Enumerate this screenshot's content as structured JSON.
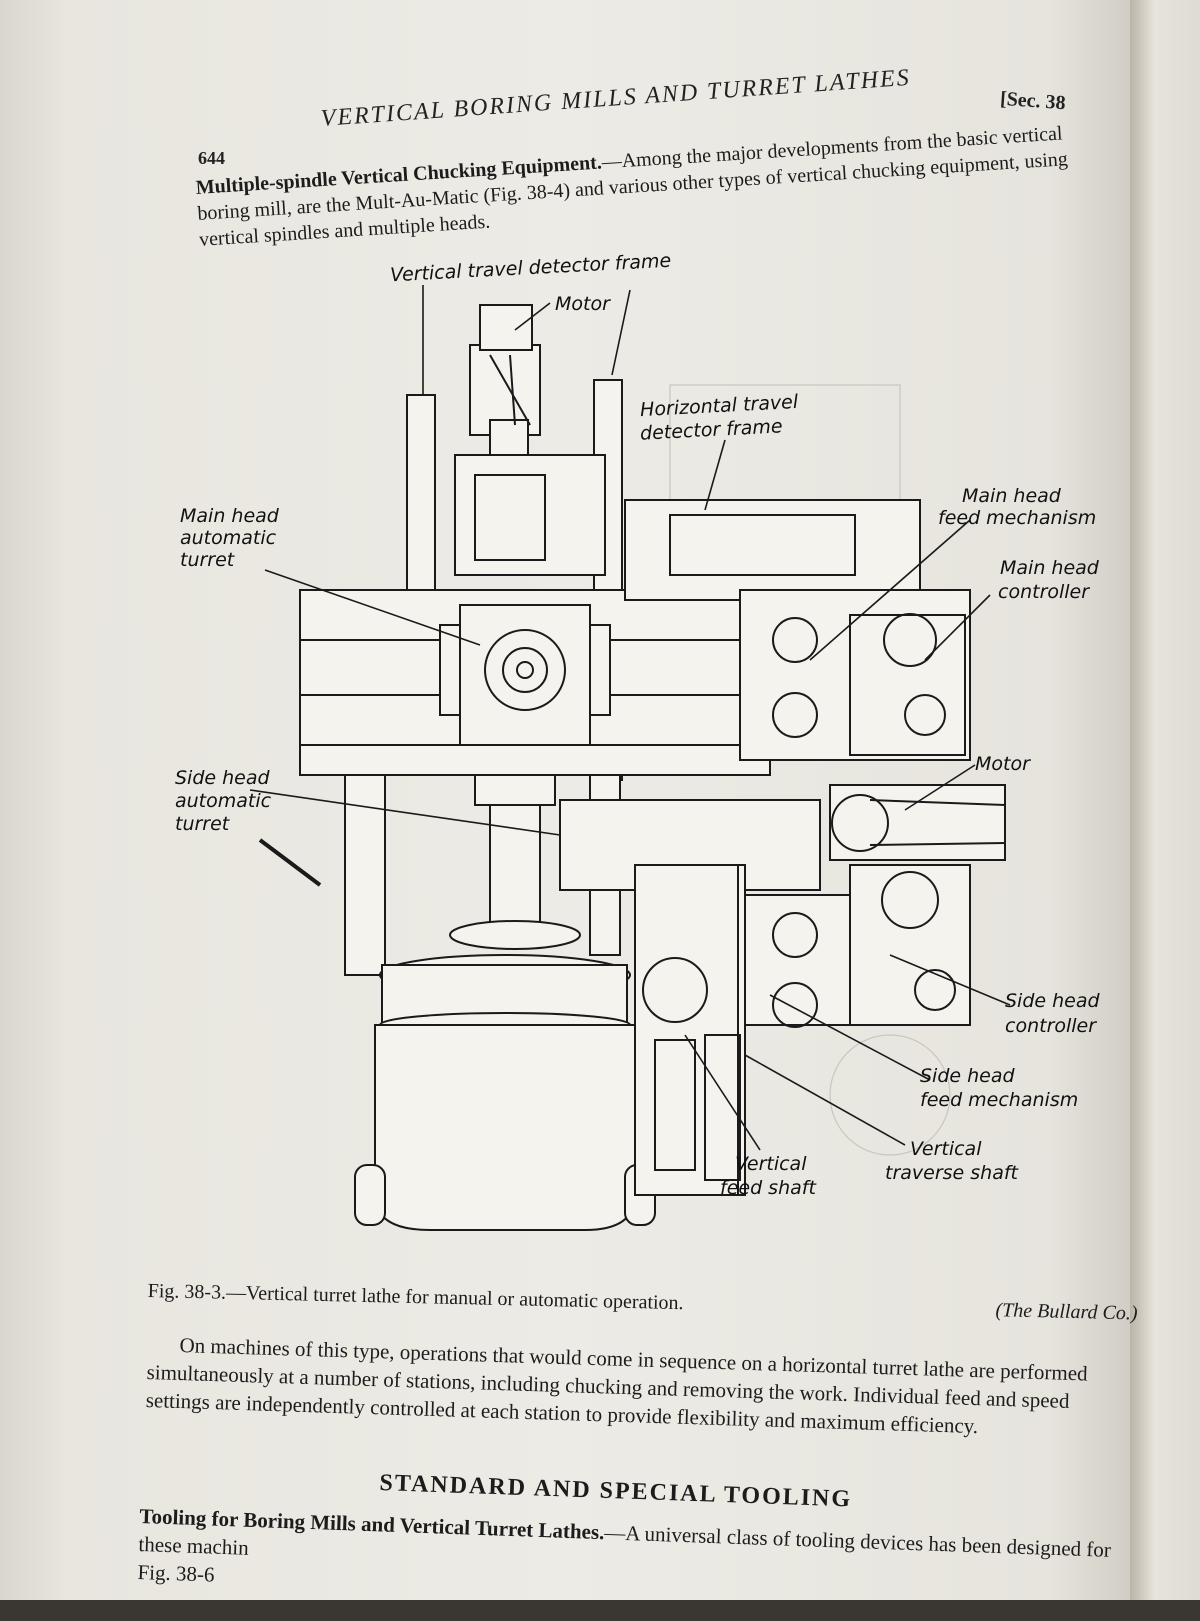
{
  "header": {
    "page_number": "644",
    "running_title": "VERTICAL BORING MILLS AND TURRET LATHES",
    "section_ref": "[Sec. 38"
  },
  "intro": {
    "run_in_heading": "Multiple-spindle Vertical Chucking Equipment.",
    "text": "—Among the major developments from the basic vertical boring mill, are the Mult-Au-Matic (Fig. 38-4) and various other types of vertical chucking equipment, using vertical spindles and multiple heads."
  },
  "figure": {
    "callouts": {
      "vertical_travel_detector_frame": "Vertical travel detector frame",
      "motor_top": "Motor",
      "horizontal_travel_detector_frame_1": "Horizontal travel",
      "horizontal_travel_detector_frame_2": "detector frame",
      "main_head_automatic_turret_1": "Main head",
      "main_head_automatic_turret_2": "automatic",
      "main_head_automatic_turret_3": "turret",
      "main_head_feed_mechanism_1": "Main head",
      "main_head_feed_mechanism_2": "feed mechanism",
      "main_head_controller_1": "Main head",
      "main_head_controller_2": "controller",
      "motor_side": "Motor",
      "side_head_automatic_turret_1": "Side head",
      "side_head_automatic_turret_2": "automatic",
      "side_head_automatic_turret_3": "turret",
      "side_head_controller_1": "Side head",
      "side_head_controller_2": "controller",
      "side_head_feed_mechanism_1": "Side head",
      "side_head_feed_mechanism_2": "feed mechanism",
      "vertical_traverse_shaft_1": "Vertical",
      "vertical_traverse_shaft_2": "traverse shaft",
      "vertical_feed_shaft_1": "Vertical",
      "vertical_feed_shaft_2": "feed shaft"
    }
  },
  "caption": {
    "label": "Fig. 38-3.",
    "text": "—Vertical turret lathe for manual or automatic operation.",
    "credit": "(The Bullard Co.)"
  },
  "body_paragraph": "On machines of this type, operations that would come in sequence on a horizontal turret lathe are performed simultaneously at a number of stations, including chucking and removing the work. Individual feed and speed settings are independently controlled at each station to provide flexibility and maximum efficiency.",
  "section_heading": "STANDARD AND SPECIAL TOOLING",
  "tooling": {
    "run_in_heading": "Tooling for Boring Mills and Vertical Turret Lathes.",
    "text": "—A universal class of tooling devices has been designed for these machin",
    "fig_ref": "Fig. 38-6"
  }
}
